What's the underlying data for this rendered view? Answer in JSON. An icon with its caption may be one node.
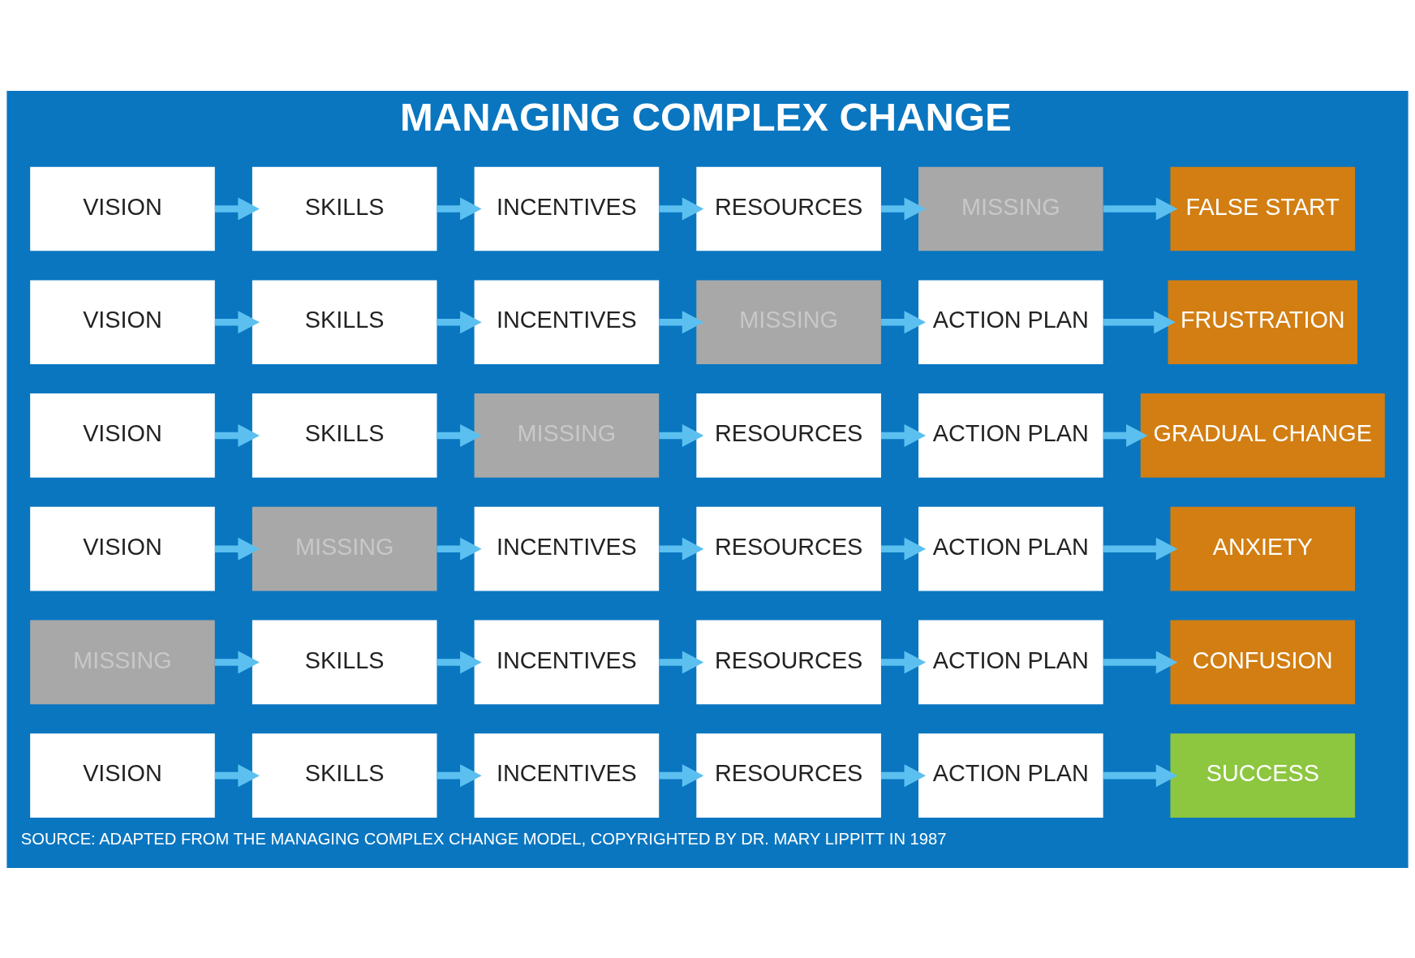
{
  "diagram": {
    "title": "MANAGING COMPLEX CHANGE",
    "caption": "SOURCE: ADAPTED FROM THE MANAGING COMPLEX CHANGE MODEL, COPYRIGHTED BY DR. MARY LIPPITT IN 1987",
    "nodes": [
      {
        "text": [
          "VISION"
        ]
      },
      {
        "text": [
          "SKILLS"
        ]
      },
      {
        "text": [
          "INCENTIVES"
        ]
      },
      {
        "text": [
          "RESOURCES"
        ]
      },
      {
        "text": [
          "ACTION PLAN"
        ]
      },
      {
        "text": [
          "SUCCESS"
        ]
      },
      {
        "text": [
          "MISSING"
        ]
      },
      {
        "text": [
          "SKILLS"
        ]
      },
      {
        "text": [
          "INCENTIVES"
        ]
      },
      {
        "text": [
          "RESOURCES"
        ]
      },
      {
        "text": [
          "ACTION PLAN"
        ]
      },
      {
        "text": [
          "CONFUSION"
        ]
      },
      {
        "text": [
          "VISION"
        ]
      },
      {
        "text": [
          "MISSING"
        ]
      },
      {
        "text": [
          "INCENTIVES"
        ]
      },
      {
        "text": [
          "RESOURCES"
        ]
      },
      {
        "text": [
          "ACTION PLAN"
        ]
      },
      {
        "text": [
          "ANXIETY"
        ]
      },
      {
        "text": [
          "VISION"
        ]
      },
      {
        "text": [
          "SKILLS"
        ]
      },
      {
        "text": [
          "MISSING"
        ]
      },
      {
        "text": [
          "RESOURCES"
        ]
      },
      {
        "text": [
          "ACTION PLAN"
        ]
      },
      {
        "text": [
          "GRADUAL CHANGE"
        ]
      },
      {
        "text": [
          "VISION"
        ]
      },
      {
        "text": [
          "SKILLS"
        ]
      },
      {
        "text": [
          "INCENTIVES"
        ]
      },
      {
        "text": [
          "MISSING"
        ]
      },
      {
        "text": [
          "ACTION PLAN"
        ]
      },
      {
        "text": [
          "FRUSTRATION"
        ]
      },
      {
        "text": [
          "VISION"
        ]
      },
      {
        "text": [
          "SKILLS"
        ]
      },
      {
        "text": [
          "INCENTIVES"
        ]
      },
      {
        "text": [
          "RESOURCES"
        ]
      },
      {
        "text": [
          "MISSING"
        ]
      },
      {
        "text": [
          "FALSE START"
        ]
      }
    ],
    "edges": [
      {
        "from": 0,
        "to": 1,
        "arrow": "to"
      },
      {
        "from": 1,
        "to": 2,
        "arrow": "to"
      },
      {
        "from": 2,
        "to": 3,
        "arrow": "to"
      },
      {
        "from": 3,
        "to": 4,
        "arrow": "to"
      },
      {
        "from": 4,
        "to": 5,
        "arrow": "to"
      },
      {
        "from": 6,
        "to": 7,
        "arrow": "to"
      },
      {
        "from": 7,
        "to": 8,
        "arrow": "to"
      },
      {
        "from": 8,
        "to": 9,
        "arrow": "to"
      },
      {
        "from": 9,
        "to": 10,
        "arrow": "to"
      },
      {
        "from": 10,
        "to": 11,
        "arrow": "to"
      },
      {
        "from": 12,
        "to": 13,
        "arrow": "to"
      },
      {
        "from": 13,
        "to": 14,
        "arrow": "to"
      },
      {
        "from": 14,
        "to": 15,
        "arrow": "to"
      },
      {
        "from": 15,
        "to": 16,
        "arrow": "to"
      },
      {
        "from": 16,
        "to": 17,
        "arrow": "to"
      },
      {
        "from": 18,
        "to": 19,
        "arrow": "to"
      },
      {
        "from": 19,
        "to": 20,
        "arrow": "to"
      },
      {
        "from": 20,
        "to": 21,
        "arrow": "to"
      },
      {
        "from": 21,
        "to": 22,
        "arrow": "to"
      },
      {
        "from": 22,
        "to": 23,
        "arrow": "to"
      },
      {
        "from": 24,
        "to": 25,
        "arrow": "to"
      },
      {
        "from": 25,
        "to": 26,
        "arrow": "to"
      },
      {
        "from": 26,
        "to": 27,
        "arrow": "to"
      },
      {
        "from": 27,
        "to": 28,
        "arrow": "to"
      },
      {
        "from": 28,
        "to": 29,
        "arrow": "to"
      },
      {
        "from": 30,
        "to": 31,
        "arrow": "to"
      },
      {
        "from": 31,
        "to": 32,
        "arrow": "to"
      },
      {
        "from": 32,
        "to": 33,
        "arrow": "to"
      },
      {
        "from": 33,
        "to": 34,
        "arrow": "to"
      },
      {
        "from": 34,
        "to": 35,
        "arrow": "to"
      }
    ]
  }
}
